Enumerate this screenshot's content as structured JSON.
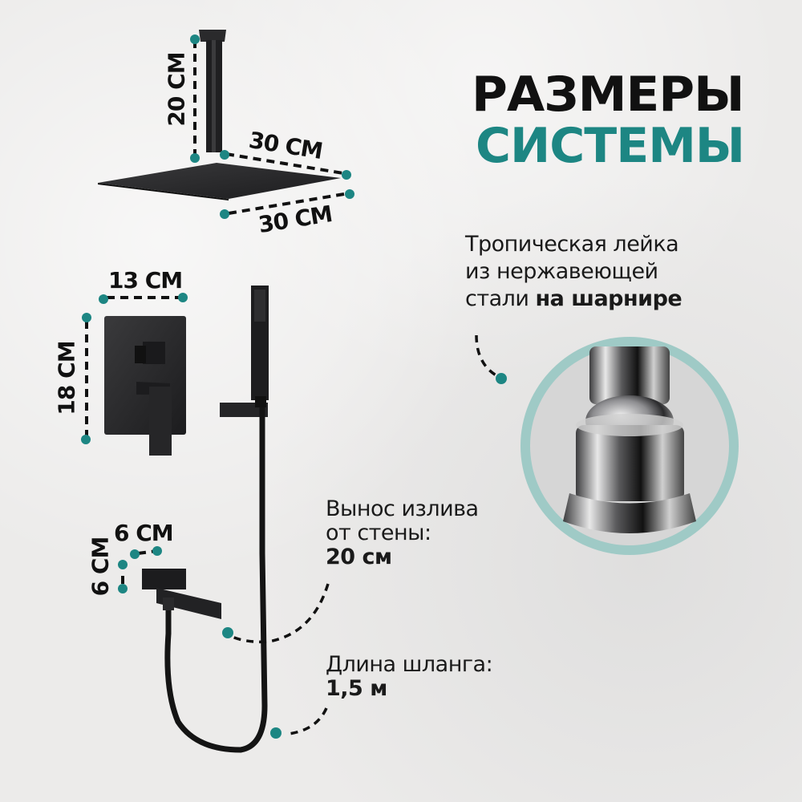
{
  "title": {
    "line1": "РАЗМЕРЫ",
    "line2": "СИСТЕМЫ"
  },
  "rain_shower_note": {
    "line1": "Тропическая лейка",
    "line2": "из нержавеющей",
    "line3_regular": "стали ",
    "line3_bold": "на шарнире"
  },
  "spout_note": {
    "line1": "Вынос излива",
    "line2": "от стены:",
    "value": "20 см"
  },
  "hose_note": {
    "line1": "Длина шланга:",
    "value": "1,5 м"
  },
  "dimensions": {
    "arm_height": "20 СМ",
    "head_depth": "30 СМ",
    "head_width": "30 СМ",
    "mixer_width": "13 СМ",
    "mixer_height": "18 СМ",
    "spout_width": "6 СМ",
    "spout_height": "6 СМ"
  },
  "colors": {
    "accent": "#1d8683",
    "text": "#111111",
    "background": "#ecebea",
    "circle_ring": "#9fcac6"
  }
}
